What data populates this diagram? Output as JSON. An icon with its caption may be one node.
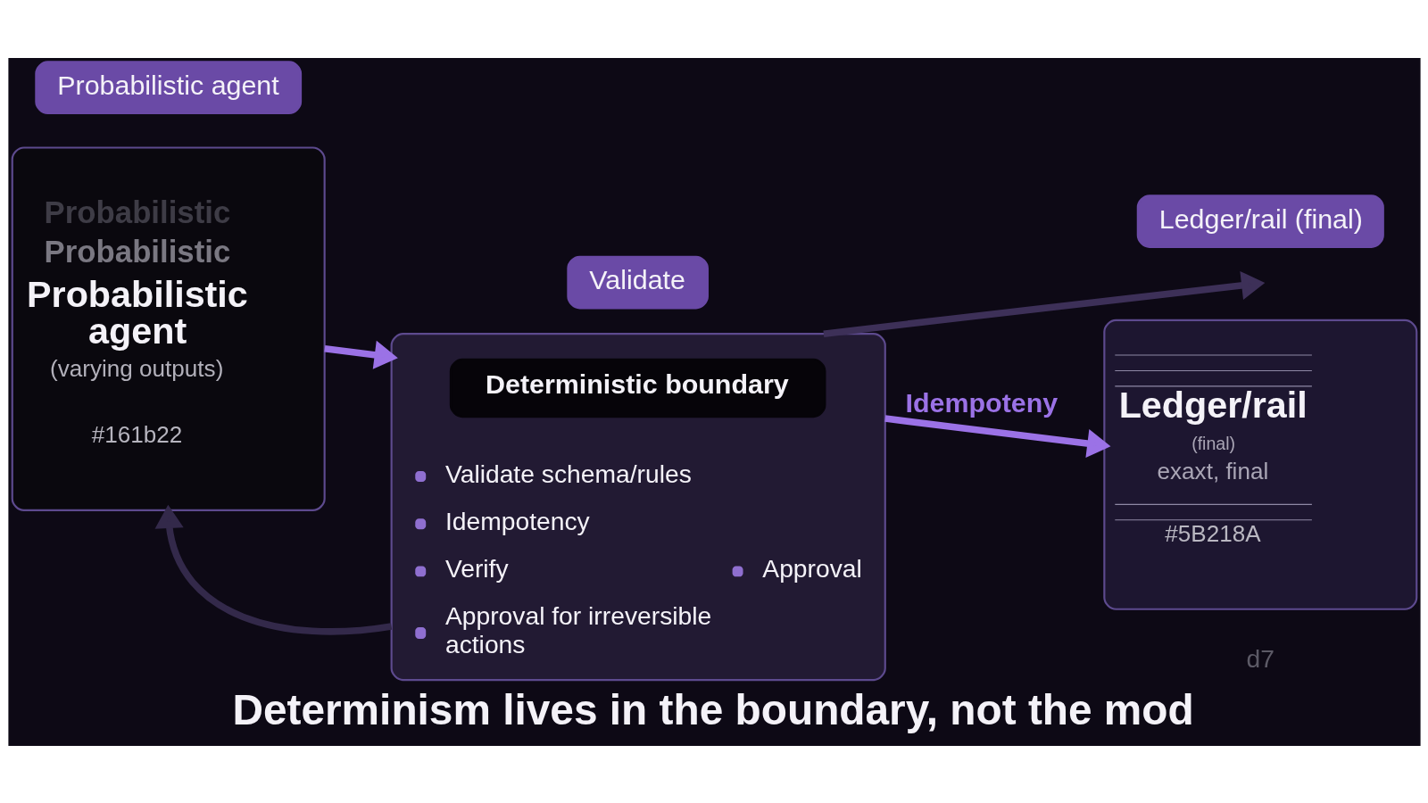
{
  "diagram": {
    "caption": "Determinism lives in the boundary, not the mod",
    "nodes": [
      {
        "text": [
          "Probabilistic agent"
        ]
      },
      {
        "text": [
          "Probabilistic",
          "Probabilistic",
          "Probabilistic agent",
          "(varying outputs)",
          "#161b22"
        ]
      },
      {
        "text": [
          "Validate"
        ]
      },
      {
        "text": [
          "Validate schema/rules",
          "Idempotency",
          "Verify",
          "Approval",
          "Approval for irreversible actions"
        ]
      },
      {
        "text": [
          "Deterministic boundary"
        ],
        "in": 3
      },
      {
        "text": [
          "Ledger/rail (final)"
        ]
      },
      {
        "text": [
          "Ledger/rail",
          "(final)",
          "exaxt, final",
          "#5B218A"
        ]
      }
    ],
    "edges": [
      {
        "from": 1,
        "to": 3,
        "arrow": "to",
        "color": "#9b72e6"
      },
      {
        "from": 3,
        "to": 6,
        "arrow": "to",
        "label": "Idempoteny",
        "color": "#9b72e6"
      },
      {
        "from": 3,
        "to": null,
        "arrow": "to",
        "color": "#3d3058"
      },
      {
        "from": 3,
        "to": 1,
        "arrow": "to",
        "color": "#33294a"
      }
    ],
    "labels": [
      "d7"
    ]
  }
}
